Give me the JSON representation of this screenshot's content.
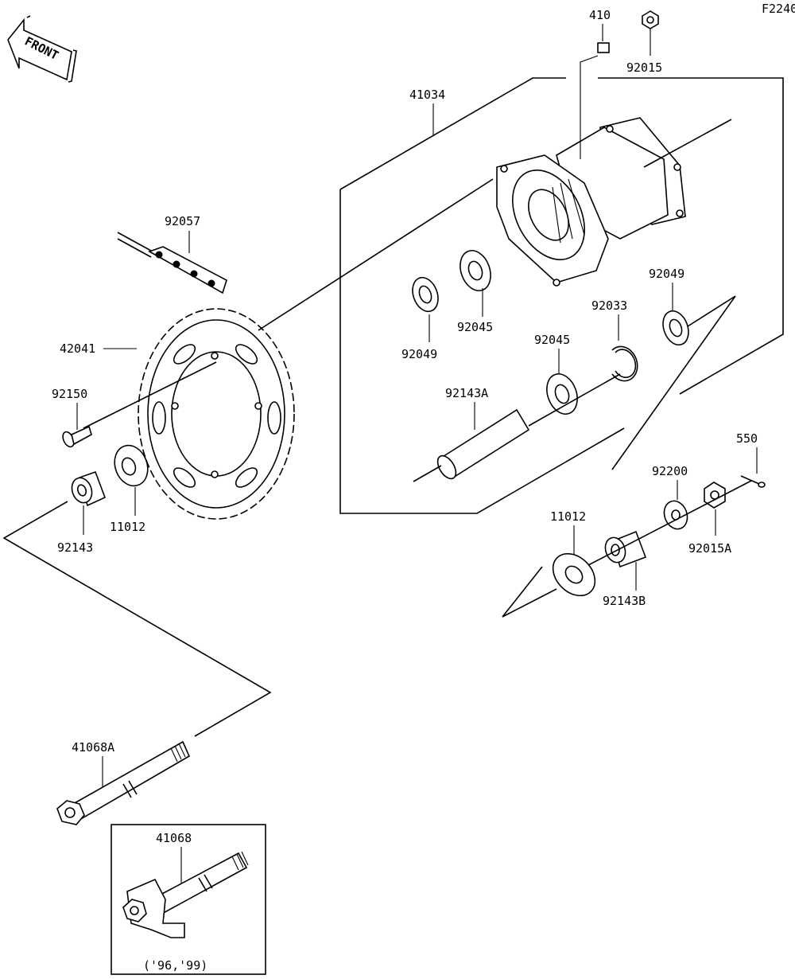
{
  "diagram_code": "F2240",
  "front_label": "FRONT",
  "callouts": {
    "p410": "410",
    "p92015": "92015",
    "p41034": "41034",
    "p92057": "92057",
    "p42041": "42041",
    "p92150": "92150",
    "p92049_left": "92049",
    "p92045_upper": "92045",
    "p92045_lower": "92045",
    "p92049_right": "92049",
    "p92033": "92033",
    "p92143A": "92143A",
    "p11012_left": "11012",
    "p92143": "92143",
    "p550": "550",
    "p92200": "92200",
    "p11012_right": "11012",
    "p92015A": "92015A",
    "p92143B": "92143B",
    "p41068A": "41068A",
    "p41068": "41068"
  },
  "inset_note": "('96,'99)"
}
